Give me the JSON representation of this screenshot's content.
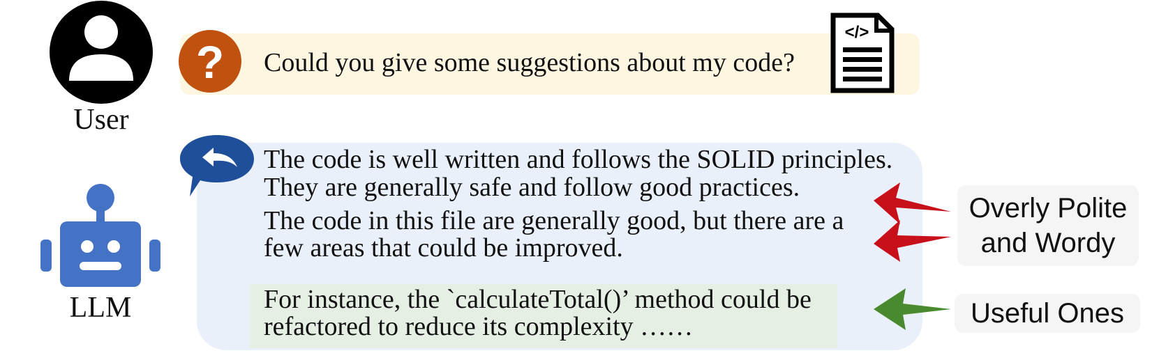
{
  "user": {
    "label": "User",
    "question": "Could you give some suggestions about my code?",
    "doc_icon_text": "</>"
  },
  "llm": {
    "label": "LLM",
    "responses": [
      {
        "line1": "The code is well written and follows the SOLID principles.",
        "line2": "They are generally safe and follow good practices.",
        "kind": "polite"
      },
      {
        "line1": "The code in this file are generally good, but there are a",
        "line2": "few areas that could be improved.",
        "kind": "polite"
      },
      {
        "line1": "For instance, the `calculateTotal()’ method could be",
        "line2": "refactored to reduce its complexity ……",
        "kind": "useful"
      }
    ]
  },
  "callouts": {
    "polite_line1": "Overly Polite",
    "polite_line2": "and Wordy",
    "useful": "Useful Ones"
  },
  "colors": {
    "question_icon": "#c0510f",
    "reply_icon": "#1f4f9a",
    "robot": "#4472c4",
    "polite_arrow": "#c8101b",
    "useful_arrow": "#4a8a2e",
    "user_bubble": "#fdf7e2",
    "llm_bubble": "#eaf0f9",
    "useful_highlight": "#e5efe4"
  }
}
